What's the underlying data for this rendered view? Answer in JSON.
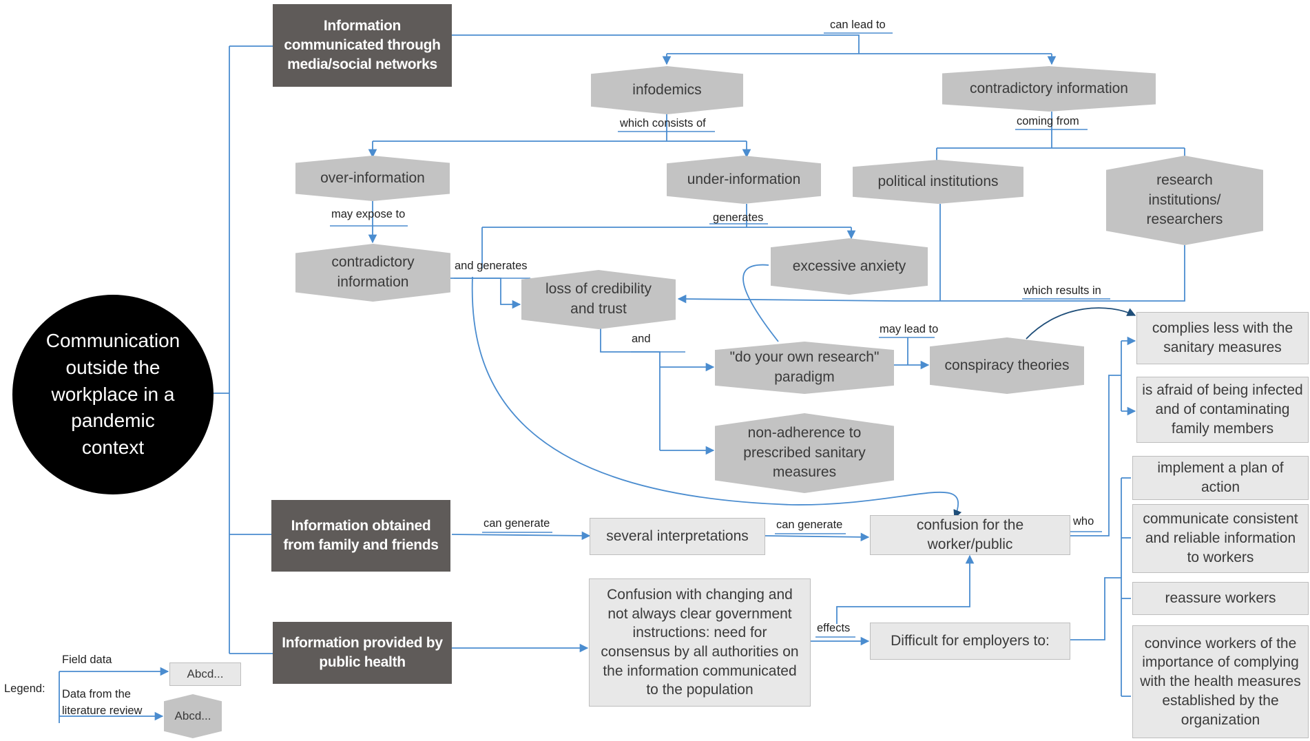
{
  "center": "Communication outside the workplace in a pandemic context",
  "sources": {
    "media": "Information communicated through media/social networks",
    "family": "Information obtained from family and friends",
    "public_health": "Information provided by public health"
  },
  "lit_nodes": {
    "infodemics": "infodemics",
    "contradictory_top": "contradictory information",
    "over_information": "over-information",
    "under_information": "under-information",
    "political": "political institutions",
    "research": "research institutions/ researchers",
    "contradictory_mid": "contradictory information",
    "anxiety": "excessive anxiety",
    "credibility": "loss of credibility and trust",
    "dyor": "\"do your own research\" paradigm",
    "conspiracy": "conspiracy theories",
    "non_adherence": "non-adherence to prescribed sanitary measures"
  },
  "field_nodes": {
    "complies_less": "complies less with the sanitary measures",
    "afraid": "is afraid of being infected and of contaminating family members",
    "several": "several interpretations",
    "confusion": "confusion for the worker/public",
    "gov_confusion": "Confusion with changing and not always clear government instructions: need for consensus by all authorities on the information communicated to the population",
    "difficult": "Difficult for employers to:",
    "plan": "implement a plan of action",
    "communicate": "communicate consistent and reliable information to workers",
    "reassure": "reassure workers",
    "convince": "convince workers of the importance of complying with the health measures established by the organization"
  },
  "edge_labels": {
    "can_lead_to": "can lead to",
    "which_consists_of": "which consists of",
    "coming_from": "coming from",
    "may_expose_to": "may expose to",
    "generates": "generates",
    "and_generates": "and generates",
    "which_results_in": "which results in",
    "and": "and",
    "may_lead_to": "may lead to",
    "can_generate_1": "can generate",
    "can_generate_2": "can generate",
    "who": "who",
    "effects": "effects"
  },
  "legend": {
    "title": "Legend:",
    "field_data": "Field data",
    "literature": "Data from the literature review",
    "sample_box": "Abcd...",
    "sample_hex": "Abcd..."
  },
  "colors": {
    "connector": "#4a8ccf",
    "dark_box": "#5f5b59",
    "hexagon": "#c3c3c3",
    "field_box": "#e8e8e8",
    "center": "#000000"
  }
}
